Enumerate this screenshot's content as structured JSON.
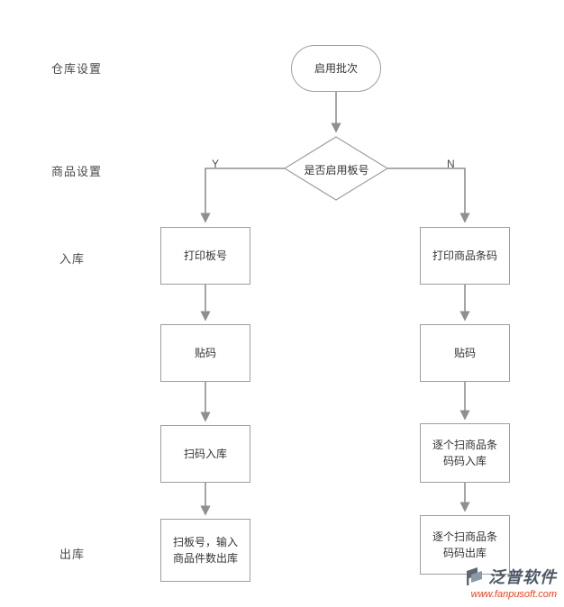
{
  "lanes": [
    {
      "id": "warehouse-settings",
      "label": "仓库设置"
    },
    {
      "id": "product-settings",
      "label": "商品设置"
    },
    {
      "id": "inbound",
      "label": "入库"
    },
    {
      "id": "outbound",
      "label": "出库"
    }
  ],
  "flow": {
    "start": "启用批次",
    "decision": "是否启用板号",
    "yes": "Y",
    "no": "N",
    "left_steps": [
      "打印板号",
      "贴码",
      "扫码入库",
      "扫板号，输入\n商品件数出库"
    ],
    "right_steps": [
      "打印商品条码",
      "贴码",
      "逐个扫商品条\n码码入库",
      "逐个扫商品条\n码码出库"
    ]
  },
  "watermark": {
    "brand": "泛普软件",
    "url": "www.fanpusoft.com"
  },
  "colors": {
    "line": "#8f8f8f",
    "border": "#9e9e9e",
    "text": "#333333",
    "url_text": "#e8431f"
  }
}
